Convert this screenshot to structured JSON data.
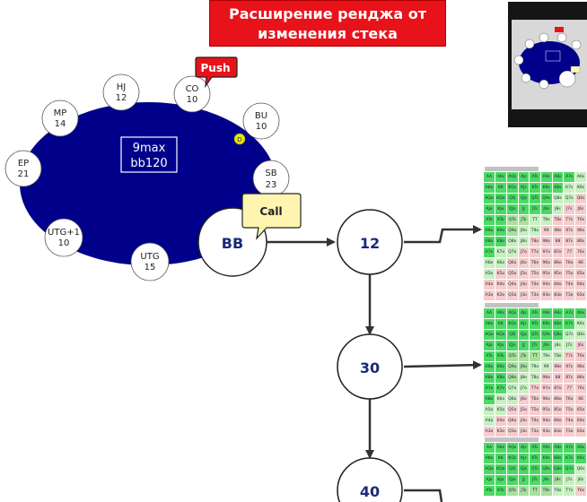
{
  "banner": {
    "line1": "Расширение ренджа от",
    "line2": "изменения стека"
  },
  "table_center": {
    "line1": "9max",
    "line2": "bb120"
  },
  "seats": {
    "hj": {
      "name": "HJ",
      "stack": "12"
    },
    "co": {
      "name": "CO",
      "stack": "10"
    },
    "mp": {
      "name": "MP",
      "stack": "14"
    },
    "bu": {
      "name": "BU",
      "stack": "10"
    },
    "ep": {
      "name": "EP",
      "stack": "21"
    },
    "sb": {
      "name": "SB",
      "stack": "23"
    },
    "utg1": {
      "name": "UTG+1",
      "stack": "10"
    },
    "utg": {
      "name": "UTG",
      "stack": "15"
    },
    "bb": {
      "name": "BB"
    }
  },
  "dealer_button": "D",
  "callouts": {
    "push": "Push",
    "call": "Call"
  },
  "stack_nodes": [
    "12",
    "30",
    "40"
  ],
  "hands": [
    [
      "AA",
      "AKs",
      "AQs",
      "AJs",
      "ATs",
      "A9s",
      "A8s",
      "A7s",
      "A6s"
    ],
    [
      "AKo",
      "KK",
      "KQs",
      "KJs",
      "KTs",
      "K9s",
      "K8s",
      "K7s",
      "K6s"
    ],
    [
      "AQo",
      "KQo",
      "QQ",
      "QJs",
      "QTs",
      "Q9s",
      "Q8s",
      "Q7s",
      "Q6s"
    ],
    [
      "AJo",
      "KJo",
      "QJo",
      "JJ",
      "JTs",
      "J9s",
      "J8s",
      "J7s",
      "J6s"
    ],
    [
      "ATo",
      "KTo",
      "QTo",
      "JTo",
      "TT",
      "T9s",
      "T8s",
      "T7s",
      "T6s"
    ],
    [
      "A9o",
      "K9o",
      "Q9o",
      "J9o",
      "T9o",
      "99",
      "98s",
      "97s",
      "96s"
    ],
    [
      "A8o",
      "K8o",
      "Q8o",
      "J8o",
      "T8o",
      "98o",
      "88",
      "87s",
      "86s"
    ],
    [
      "A7o",
      "K7o",
      "Q7o",
      "J7o",
      "T7o",
      "97o",
      "87o",
      "77",
      "76s"
    ],
    [
      "A6o",
      "K6o",
      "Q6o",
      "J6o",
      "T6o",
      "96o",
      "86o",
      "76o",
      "66"
    ],
    [
      "A5o",
      "K5o",
      "Q5o",
      "J5o",
      "T5o",
      "95o",
      "85o",
      "75o",
      "65o"
    ],
    [
      "A4o",
      "K4o",
      "Q4o",
      "J4o",
      "T4o",
      "94o",
      "84o",
      "74o",
      "64o"
    ],
    [
      "A3o",
      "K3o",
      "Q3o",
      "J3o",
      "T3o",
      "93o",
      "83o",
      "73o",
      "63o"
    ]
  ],
  "colors": {
    "banner": "#e8121a",
    "table": "#00008b",
    "push_callout": "#e8121a",
    "call_callout": "#fff5b0",
    "node_text": "#1a2a7a",
    "range_green": "#4cd964",
    "range_light_green": "#c8f0c0",
    "range_pink": "#f6cccc",
    "range_mixed": "#a8e09c"
  }
}
